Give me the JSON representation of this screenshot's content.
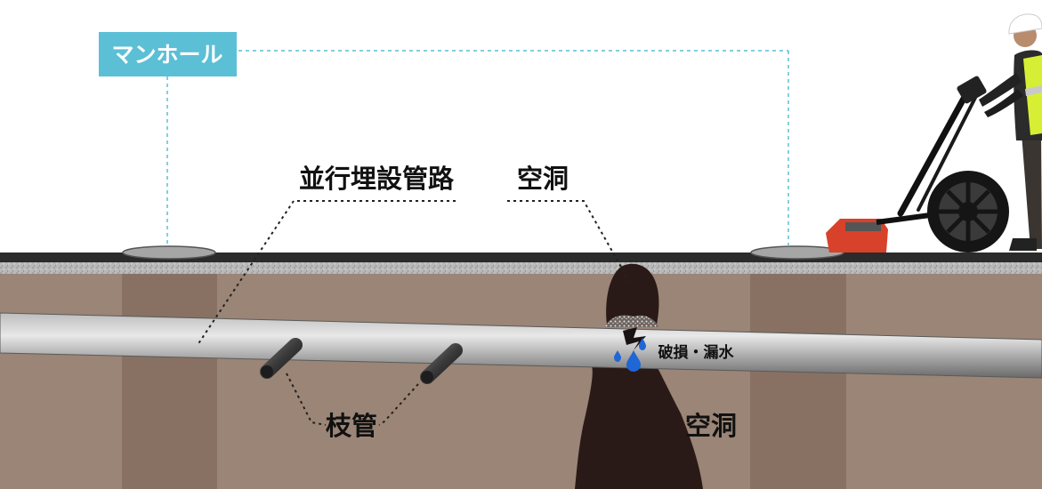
{
  "labels": {
    "manhole": "マンホール",
    "parallel_pipe": "並行埋設管路",
    "cavity_top": "空洞",
    "cavity_bottom": "空洞",
    "damage_leak": "破損・漏水",
    "branch_pipe": "枝管"
  },
  "colors": {
    "manhole_tag_bg": "#5bbfd6",
    "manhole_tag_text": "#ffffff",
    "soil": "#9b8577",
    "soil_shaft": "#887163",
    "asphalt": "#2b2b2b",
    "gravel": "#b3b3b3",
    "pipe_light": "#d9d9d9",
    "pipe_dark": "#6f6f6f",
    "cavity": "#2a1a17",
    "water": "#1f66d6",
    "leader_dotted": "#222222",
    "guide_dashed": "#5bbfd6",
    "gpr_red": "#d8412a",
    "vest_yellow": "#d6ef35"
  },
  "icons": {
    "water-drop": "water-drop-icon",
    "gpr-cart": "ground-penetrating-radar-icon",
    "worker": "worker-icon"
  }
}
